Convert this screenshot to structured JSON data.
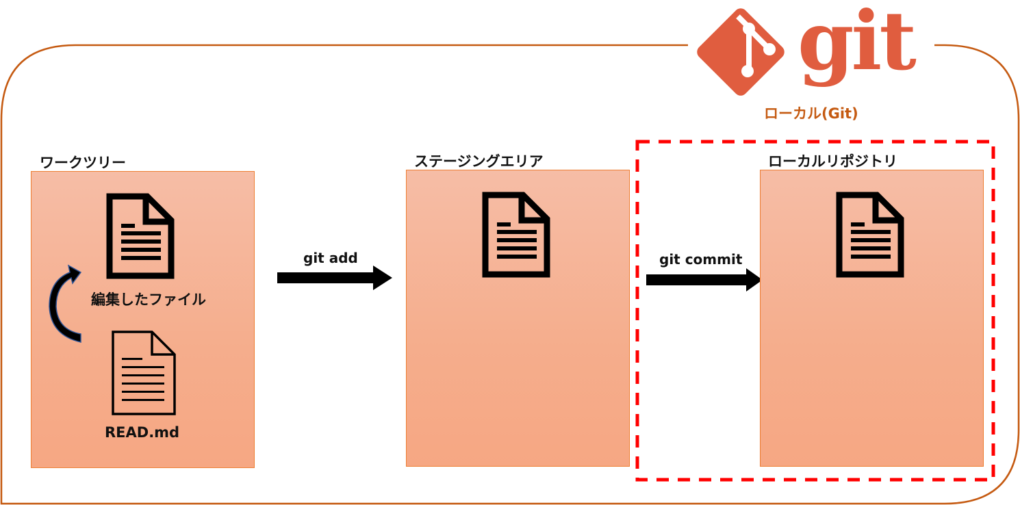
{
  "logo": {
    "wordmark": "git",
    "subtitle": "ローカル(Git)",
    "color": "#e05d3f",
    "icon": "git-diamond-icon"
  },
  "frame": {
    "border_color": "#c55a11"
  },
  "highlight": {
    "border_color": "#ff0000",
    "style": "dashed"
  },
  "panels": [
    {
      "title": "ワークツリー",
      "files": [
        {
          "label": "編集したファイル",
          "icon": "document-bold-icon"
        },
        {
          "label": "READ.md",
          "icon": "document-outline-icon"
        }
      ],
      "annotation": "curved-arrow-icon"
    },
    {
      "title": "ステージングエリア",
      "files": [
        {
          "label": "",
          "icon": "document-bold-icon"
        }
      ]
    },
    {
      "title": "ローカルリポジトリ",
      "files": [
        {
          "label": "",
          "icon": "document-bold-icon"
        }
      ]
    }
  ],
  "arrows": [
    {
      "label": "git add",
      "from": "ワークツリー",
      "to": "ステージングエリア"
    },
    {
      "label": "git commit",
      "from": "ステージングエリア",
      "to": "ローカルリポジトリ"
    }
  ],
  "colors": {
    "panel_fill": "#f5b093",
    "panel_border": "#ed7d31",
    "text": "#111111"
  }
}
